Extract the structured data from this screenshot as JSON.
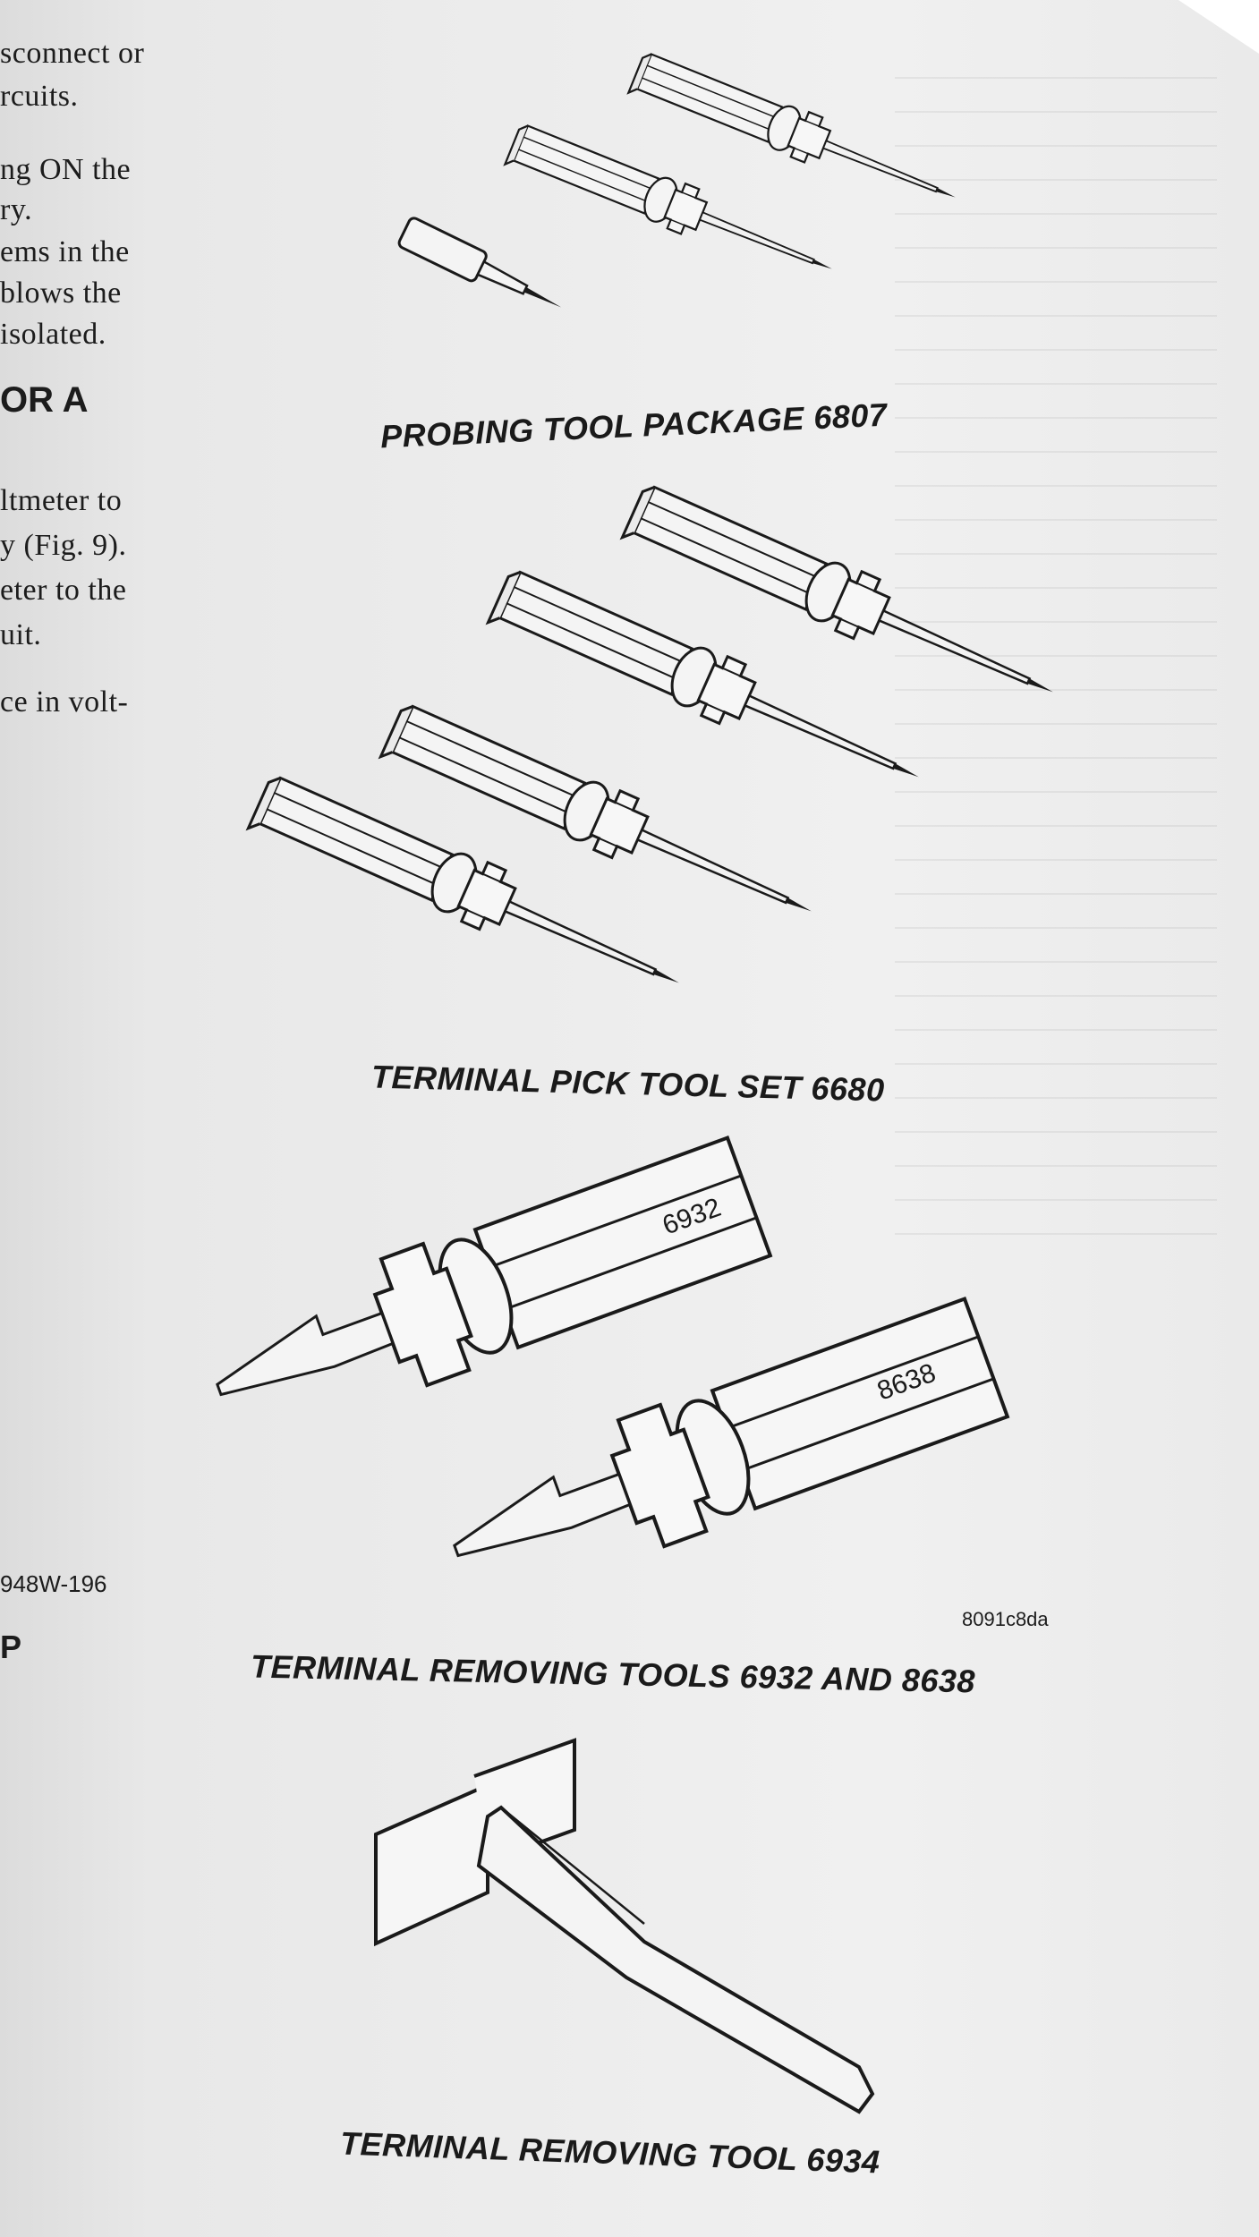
{
  "left_column": {
    "lines": [
      "sconnect or",
      "rcuits.",
      "ng  ON  the",
      "ry.",
      "ems in the",
      "  blows the",
      "isolated."
    ],
    "heading": "OR A",
    "lines2": [
      "ltmeter  to",
      "y (Fig. 9).",
      "eter to the",
      "uit.",
      "ce in volt-"
    ],
    "fig_code": "948W-196",
    "fig_letter": "P"
  },
  "tools": {
    "probing": {
      "caption": "PROBING TOOL PACKAGE 6807"
    },
    "pick": {
      "caption": "TERMINAL PICK TOOL SET 6680"
    },
    "removing": {
      "caption": "TERMINAL REMOVING TOOLS 6932 AND 8638",
      "label_a": "6932",
      "label_b": "8638",
      "figure_code": "8091c8da"
    },
    "removing_single": {
      "caption": "TERMINAL REMOVING TOOL 6934"
    }
  }
}
